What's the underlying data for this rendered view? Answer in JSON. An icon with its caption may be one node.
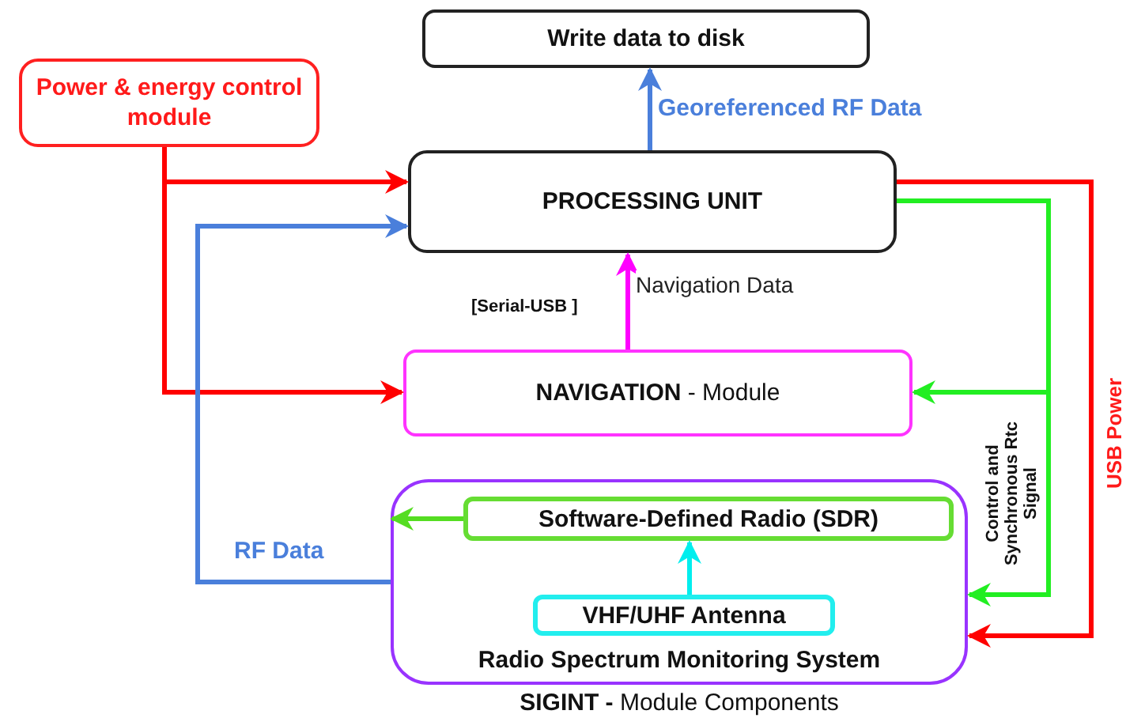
{
  "diagram": {
    "nodes": [
      {
        "text": [
          "Write data to disk"
        ]
      },
      {
        "text": [
          "Power & energy control module"
        ]
      },
      {
        "text": [
          "PROCESSING UNIT"
        ]
      },
      {
        "text": [
          "**NAVIGATION** - Module"
        ]
      },
      {
        "text": [
          "Radio Spectrum Monitoring System"
        ],
        "beside": [
          "**SIGINT -** Module Components"
        ]
      },
      {
        "text": [
          "Software-Defined Radio (SDR)"
        ],
        "in": 4
      },
      {
        "text": [
          "VHF/UHF Antenna"
        ],
        "in": 4
      }
    ],
    "edges": [
      {
        "from": 2,
        "to": 0,
        "arrow": "to",
        "label": "Georeferenced RF Data",
        "color": "#4a7fdb"
      },
      {
        "from": 1,
        "to": 2,
        "arrow": "to",
        "color": "#ff0000"
      },
      {
        "from": 1,
        "to": 3,
        "arrow": "to",
        "color": "#ff0000"
      },
      {
        "from": 4,
        "to": 2,
        "arrow": "to",
        "label": "RF Data",
        "color": "#4a7fdb"
      },
      {
        "from": 3,
        "to": 2,
        "arrow": "to",
        "label": "Navigation Data",
        "color": "#ff00ff"
      },
      {
        "from": 2,
        "to": 3,
        "arrow": "to",
        "color": "#22ee22"
      },
      {
        "from": 2,
        "to": 4,
        "arrow": "to",
        "color": "#22ee22"
      },
      {
        "from": 2,
        "to": 4,
        "arrow": "to",
        "color": "#ff0000"
      },
      {
        "from": 5,
        "to": 4,
        "arrow": "to",
        "color": "#55dd22"
      },
      {
        "from": 6,
        "to": 5,
        "arrow": "to",
        "color": "#00eeee"
      }
    ],
    "labels": [
      "[Serial-USB ]",
      "Control and Synchronous Rtc Signal",
      "USB Power"
    ]
  }
}
